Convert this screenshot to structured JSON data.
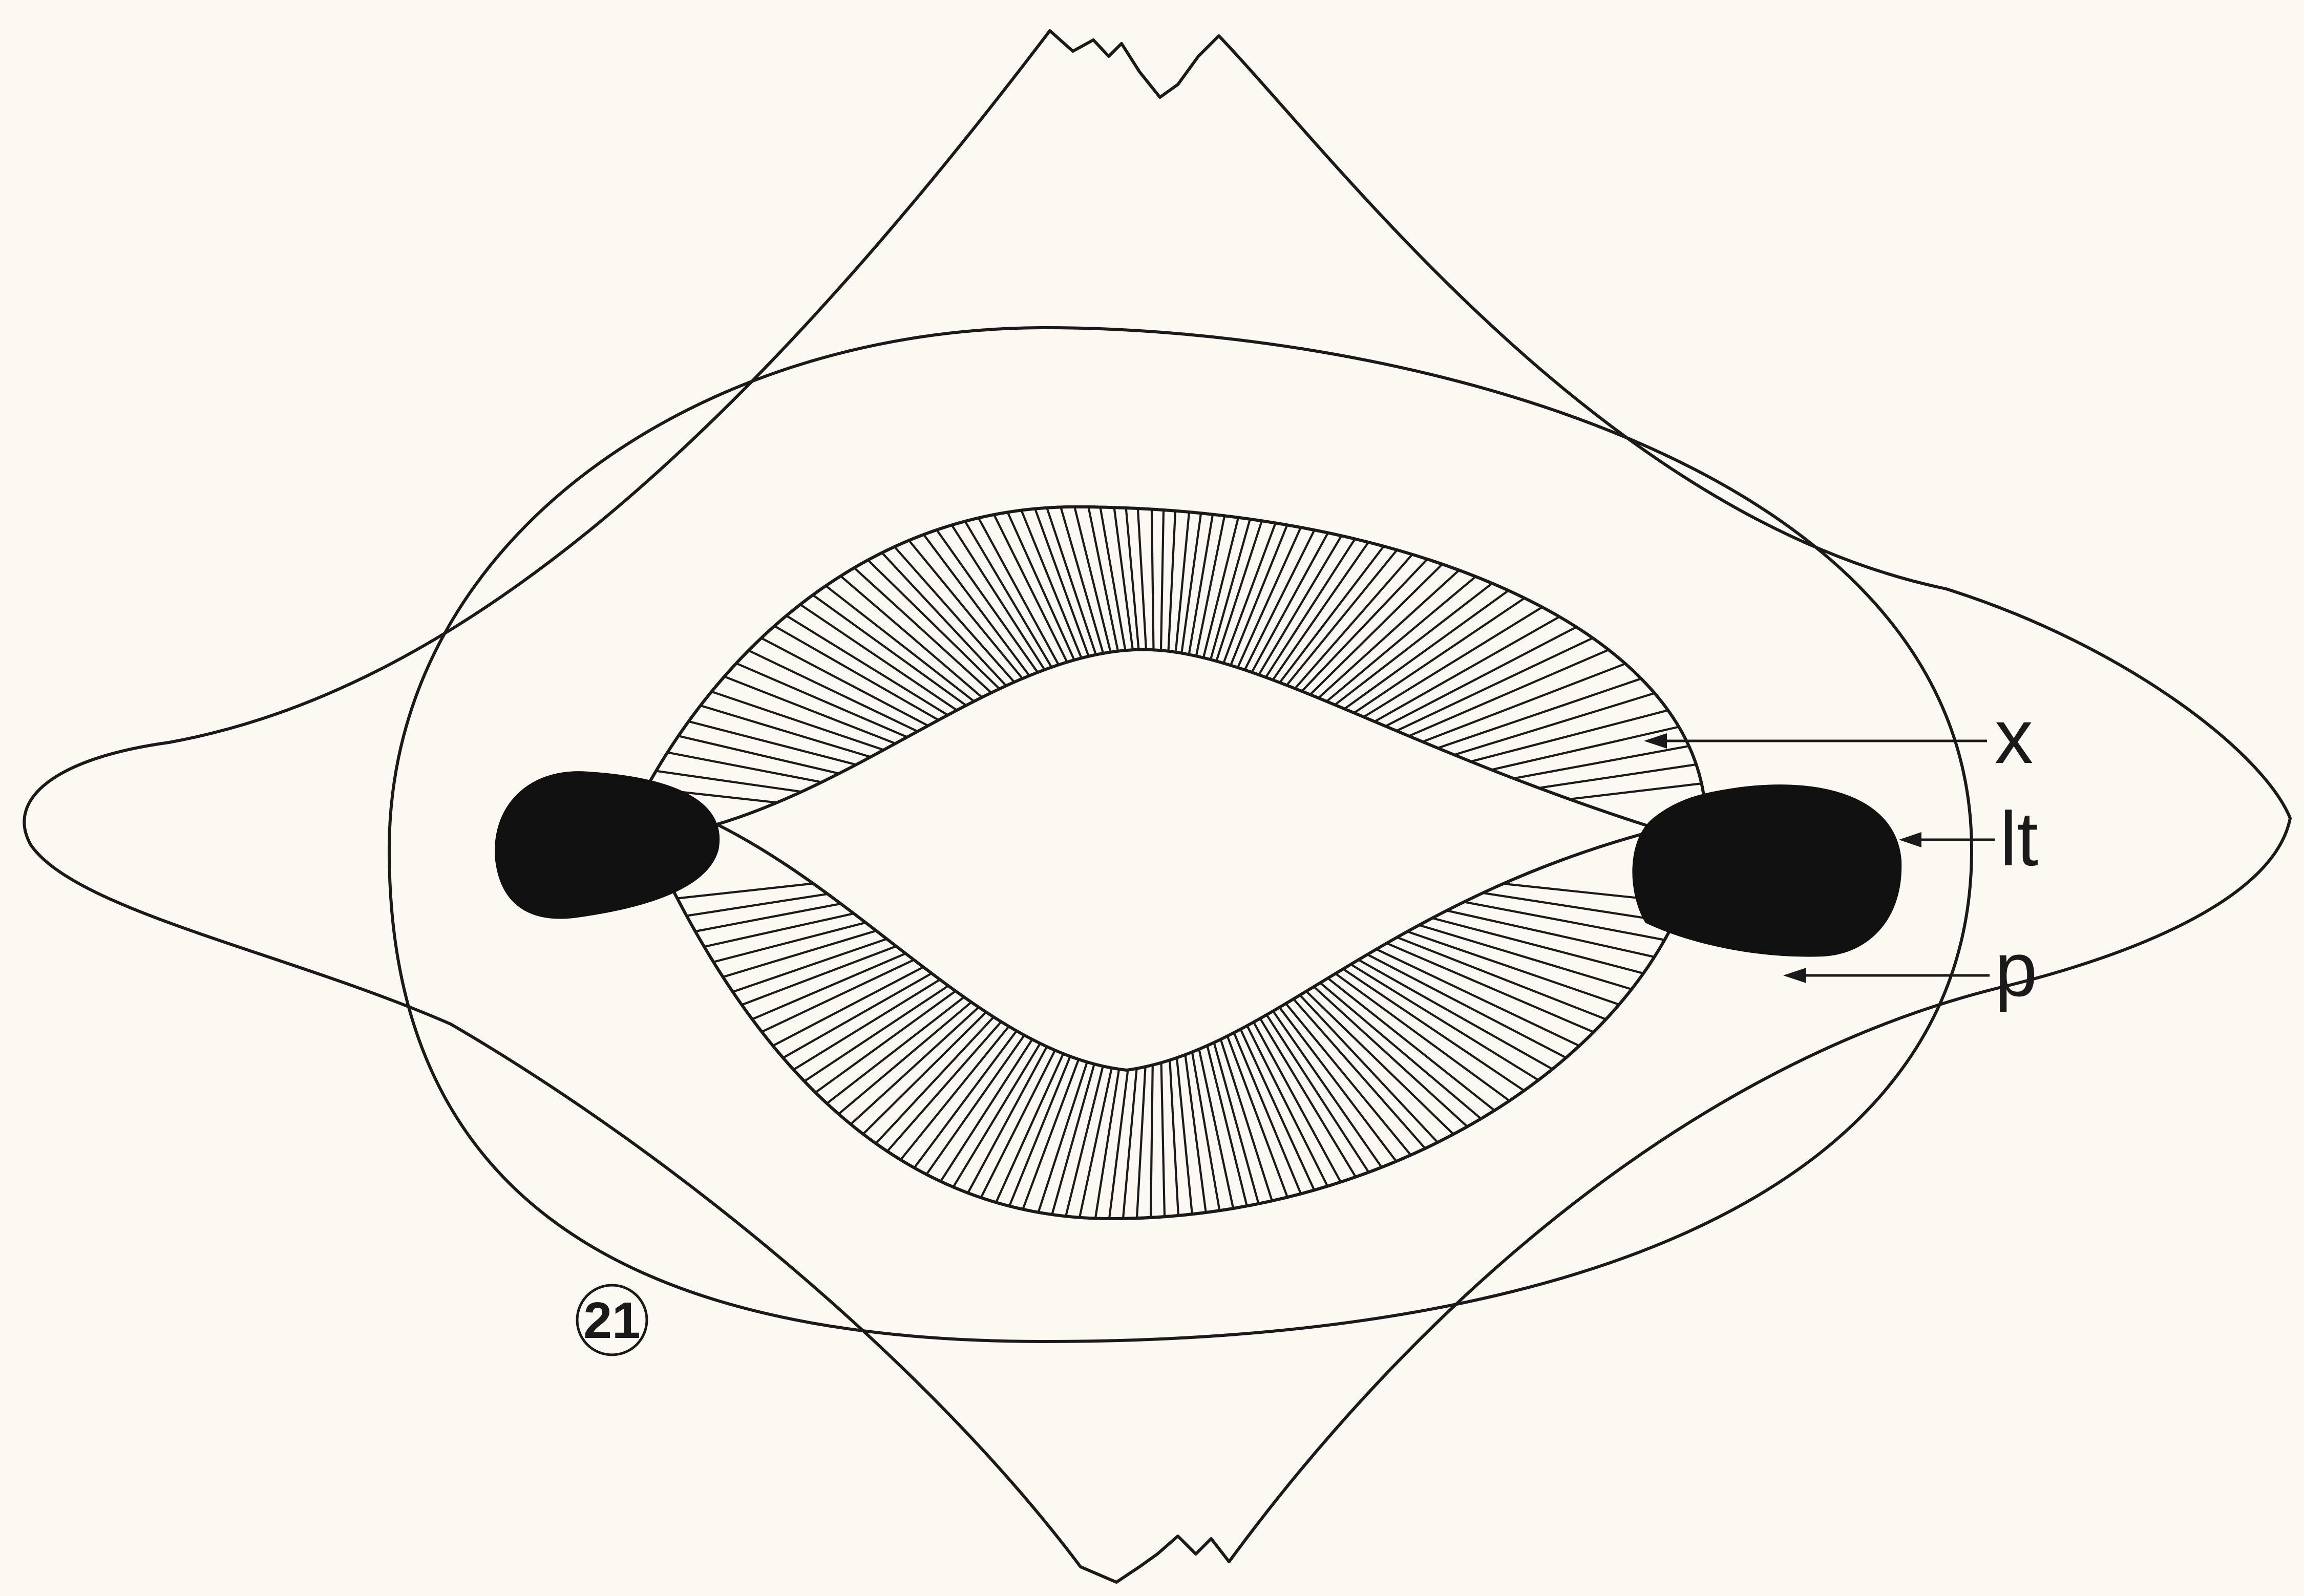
{
  "figure": {
    "number": "21",
    "labels": {
      "x": "x",
      "lt": "lt",
      "p": "p"
    },
    "colors": {
      "background": "#fbf9f1",
      "ink": "#1a1a1a",
      "stipple_fill": "#e6e3db"
    }
  }
}
